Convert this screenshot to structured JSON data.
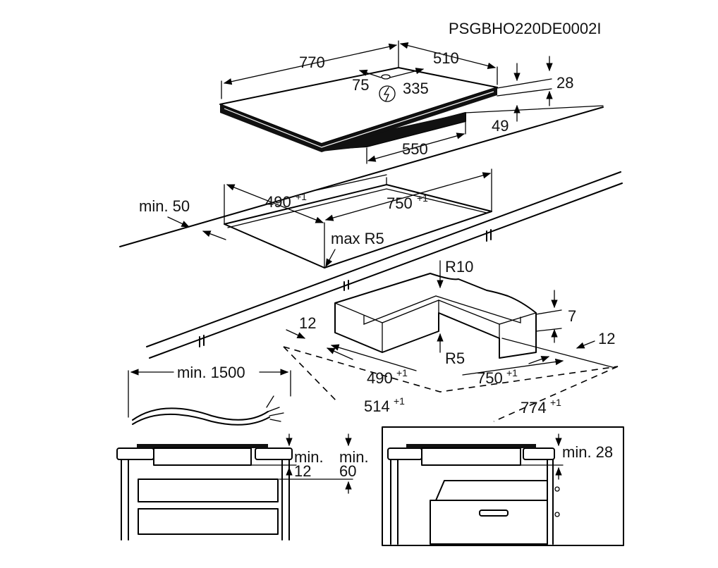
{
  "model_code": "PSGBHO220DE0002I",
  "hob": {
    "width": "770",
    "depth": "510",
    "offset_left": "75",
    "offset_right": "335",
    "thickness": "28",
    "box_height": "49",
    "box_width": "550",
    "power_icon": "electric-plug-icon"
  },
  "cutout_top": {
    "edge_distance": "min. 50",
    "depth": "490",
    "depth_tol": "+1",
    "width": "750",
    "width_tol": "+1",
    "corner_radius": "max R5"
  },
  "cutout_flush": {
    "outer_radius": "R10",
    "inner_radius": "R5",
    "rebate_depth": "7",
    "rebate_left": "12",
    "rebate_right": "12",
    "inner_depth": "490",
    "inner_depth_tol": "+1",
    "inner_width": "750",
    "inner_width_tol": "+1",
    "outer_depth": "514",
    "outer_depth_tol": "+1",
    "outer_width": "774",
    "outer_width_tol": "+1"
  },
  "cable": {
    "length": "min. 1500"
  },
  "install_drawer": {
    "gap1_label": "min.",
    "gap1_value": "12",
    "gap2_label": "min.",
    "gap2_value": "60"
  },
  "install_oven": {
    "clearance": "min. 28"
  }
}
